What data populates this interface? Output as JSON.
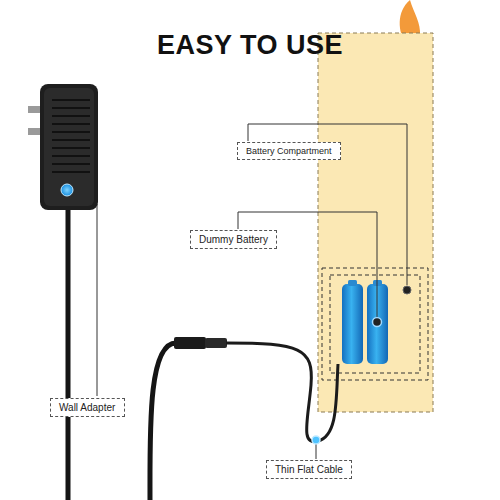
{
  "diagram": {
    "title": "EASY TO USE",
    "nodes": [
      {
        "text": [
          "Battery Compartment"
        ]
      },
      {
        "text": [
          "Dummy Battery"
        ]
      },
      {
        "text": [
          "Wall Adapter"
        ]
      },
      {
        "text": [
          "Thin Flat Cable"
        ]
      }
    ]
  }
}
